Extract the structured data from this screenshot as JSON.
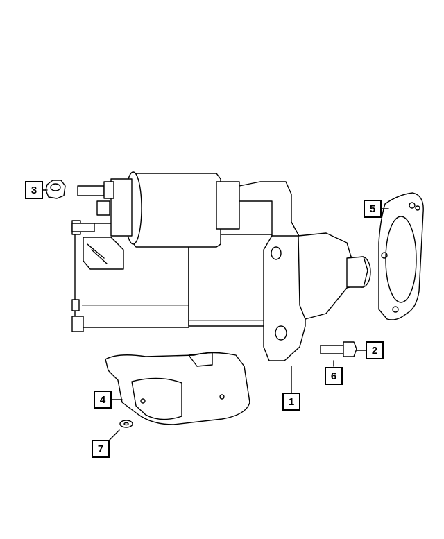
{
  "callouts": [
    {
      "id": "c1",
      "label": "1"
    },
    {
      "id": "c2",
      "label": "2"
    },
    {
      "id": "c3",
      "label": "3"
    },
    {
      "id": "c4",
      "label": "4"
    },
    {
      "id": "c5",
      "label": "5"
    },
    {
      "id": "c6",
      "label": "6"
    },
    {
      "id": "c7",
      "label": "7"
    }
  ],
  "colors": {
    "line": "#000000",
    "background": "#ffffff"
  }
}
